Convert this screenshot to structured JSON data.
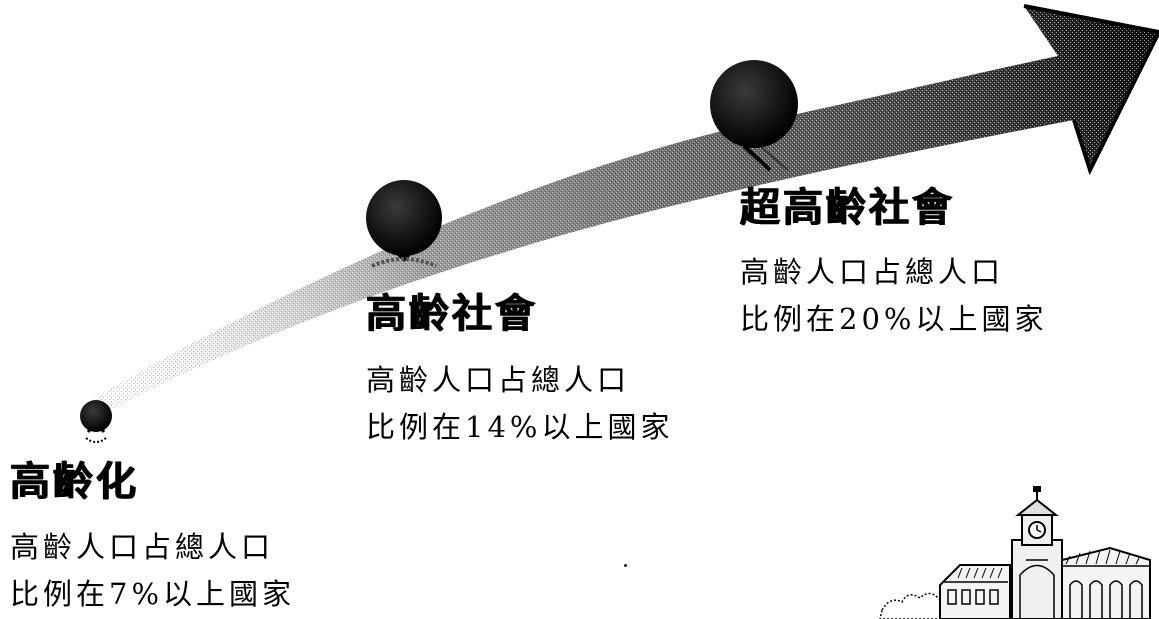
{
  "stages": [
    {
      "title": "高齡化",
      "line1": "高齡人口占總人口",
      "line2": "比例在7%以上國家"
    },
    {
      "title": "高齡社會",
      "line1": "高齡人口占總人口",
      "line2": "比例在14%以上國家"
    },
    {
      "title": "超高齡社會",
      "line1": "高齡人口占總人口",
      "line2": "比例在20%以上國家"
    }
  ],
  "colors": {
    "background": "#ffffff",
    "text": "#000000",
    "arrow_dark": "#111111",
    "arrow_light": "#ffffff"
  },
  "icons": {
    "milestone_markers": "black-sphere-pin",
    "corner_illustration": "clock-tower-building"
  }
}
